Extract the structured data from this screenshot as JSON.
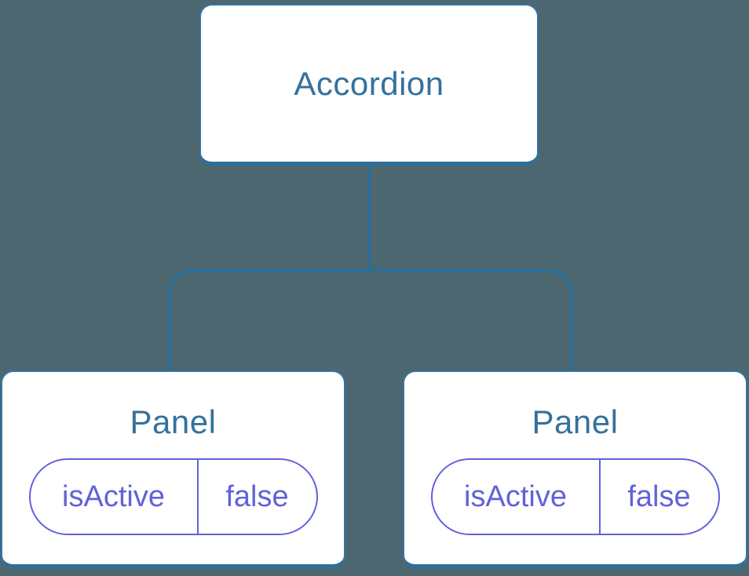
{
  "palette": {
    "background": "#4c6770",
    "card_background": "#ffffff",
    "card_border": "#3674a4",
    "card_border_bottom": "#2d6f9c",
    "connector_line": "#2b6e99",
    "component_title": "#35719d",
    "prop_accent": "#6262d9"
  },
  "tree": {
    "root": {
      "label": "Accordion"
    },
    "children": [
      {
        "label": "Panel",
        "props": [
          {
            "name": "isActive",
            "value": "false"
          }
        ]
      },
      {
        "label": "Panel",
        "props": [
          {
            "name": "isActive",
            "value": "false"
          }
        ]
      }
    ]
  }
}
